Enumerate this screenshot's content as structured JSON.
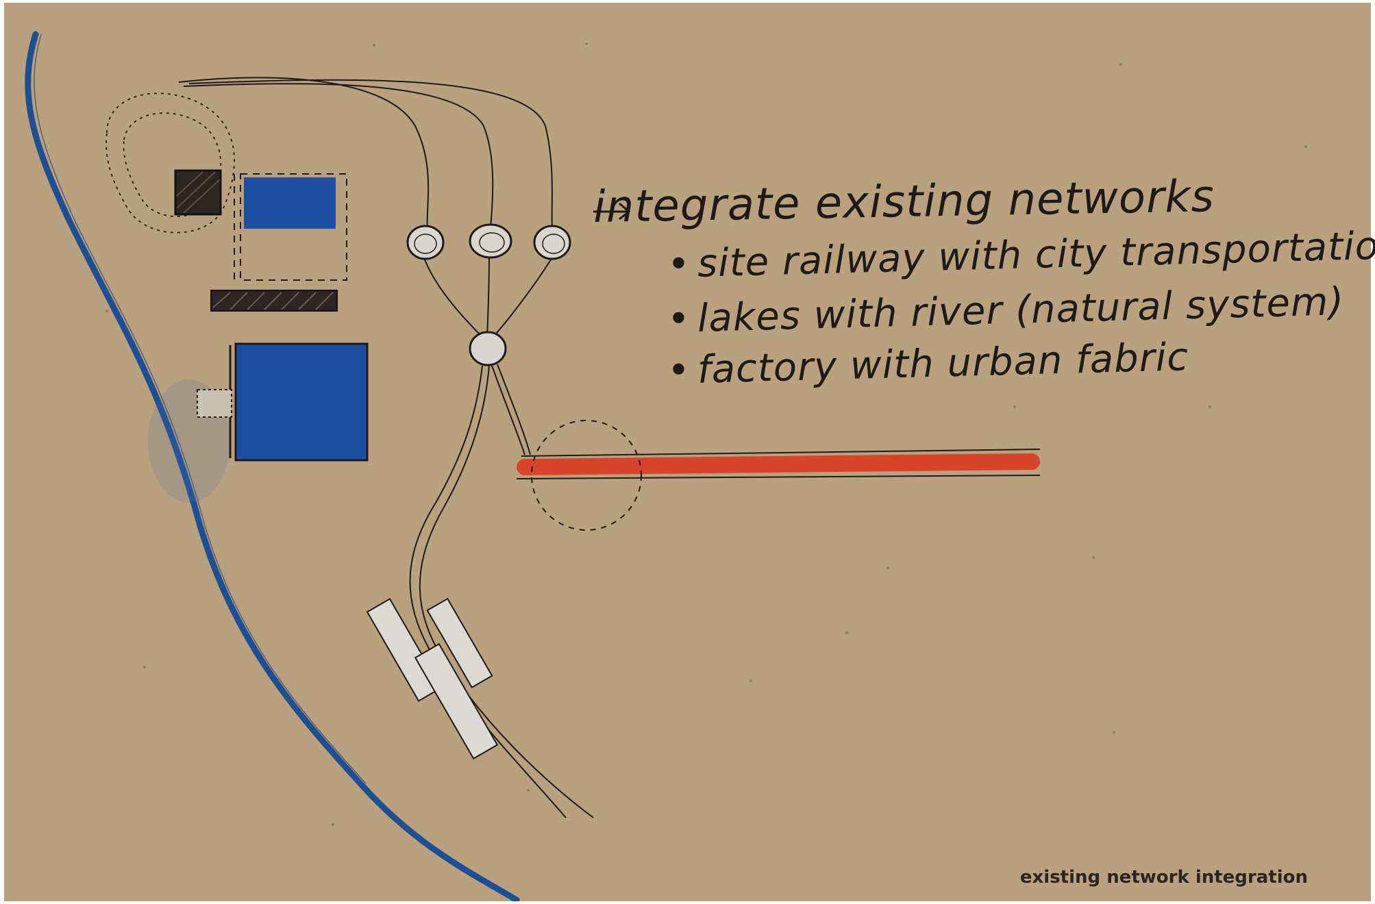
{
  "annotations": {
    "arrow_glyph": "→",
    "heading": "integrate existing networks",
    "bullet_glyph": "•",
    "items": [
      "site railway with city transportation",
      "lakes with river (natural system)",
      "factory with urban fabric"
    ]
  },
  "caption": "existing network integration",
  "colors": {
    "paper": "#b9a07e",
    "river": "#1f4f93",
    "water_fill": "#1e4fa3",
    "rail_red": "#d8442a",
    "ink": "#1d1a17",
    "station": "#d9d6d0"
  }
}
